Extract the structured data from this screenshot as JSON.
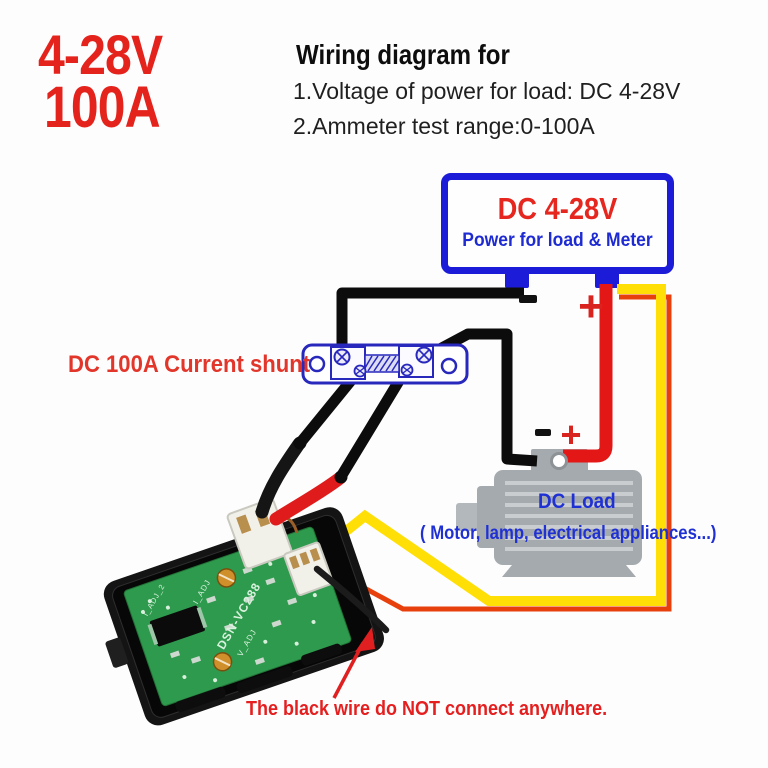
{
  "colors": {
    "accent_red": "#e5231d",
    "diagram_blue": "#1c1cd8",
    "shunt_blue": "#2828bd",
    "wire_black": "#0c0c0c",
    "wire_red": "#e41717",
    "wire_yellow": "#ffdf06",
    "motor_gray": "#a5aaae",
    "pcb_green": "#2e9a4d"
  },
  "header": {
    "rating_voltage": "4-28V",
    "rating_current": "100A",
    "title": "Wiring diagram for",
    "line1": "1.Voltage of power for load: DC 4-28V",
    "line2": "2.Ammeter test range:0-100A"
  },
  "power_supply": {
    "title": "DC 4-28V",
    "subtitle": "Power for load & Meter"
  },
  "shunt": {
    "label": "DC 100A Current shunt"
  },
  "load": {
    "title": "DC Load",
    "subtitle": "( Motor, lamp, electrical appliances...)"
  },
  "meter": {
    "model": "DSN-VC288",
    "silk_i_adj": "I_ADJ",
    "silk_i_adj2": "I_ADJ_2",
    "silk_v_adj": "V_ADJ"
  },
  "polarity": {
    "plus": "+"
  },
  "warning": "The black wire do NOT connect anywhere."
}
